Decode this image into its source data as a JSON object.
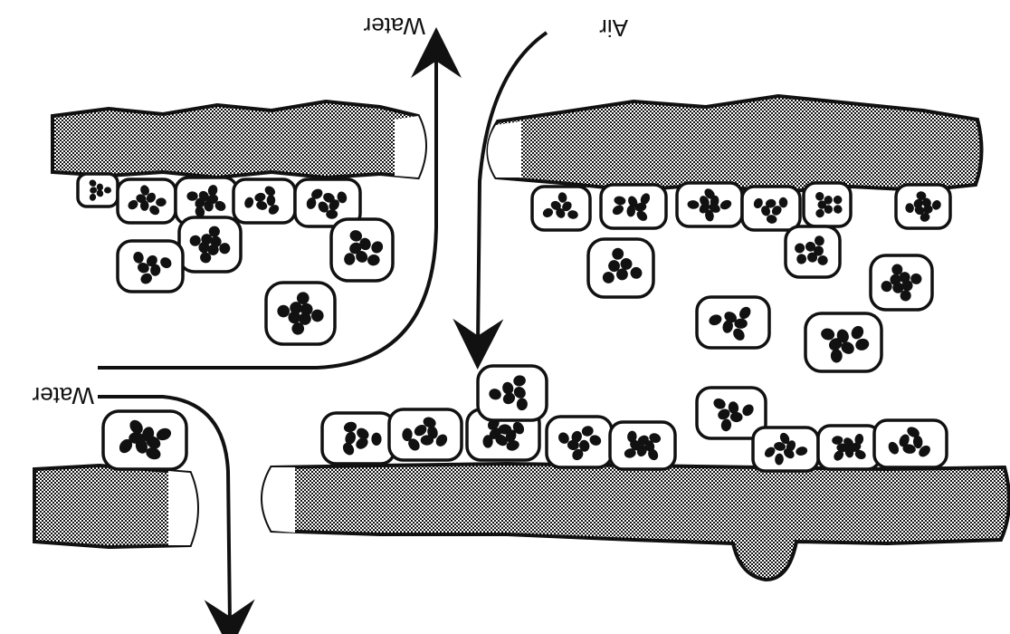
{
  "labels": {
    "water_top": "Water",
    "air": "Air",
    "water_left": "Water"
  },
  "colors": {
    "ink": "#111111",
    "paper": "#ffffff",
    "stipple": "#8c8c8c"
  },
  "blocks": [
    {
      "name": "block-upper-left"
    },
    {
      "name": "block-upper-right"
    },
    {
      "name": "block-lower-left"
    },
    {
      "name": "block-lower-right"
    }
  ],
  "cells": [
    {
      "name": "cell"
    }
  ],
  "arrows": [
    {
      "name": "arrow-water-top"
    },
    {
      "name": "arrow-air"
    },
    {
      "name": "arrow-water-left"
    }
  ]
}
